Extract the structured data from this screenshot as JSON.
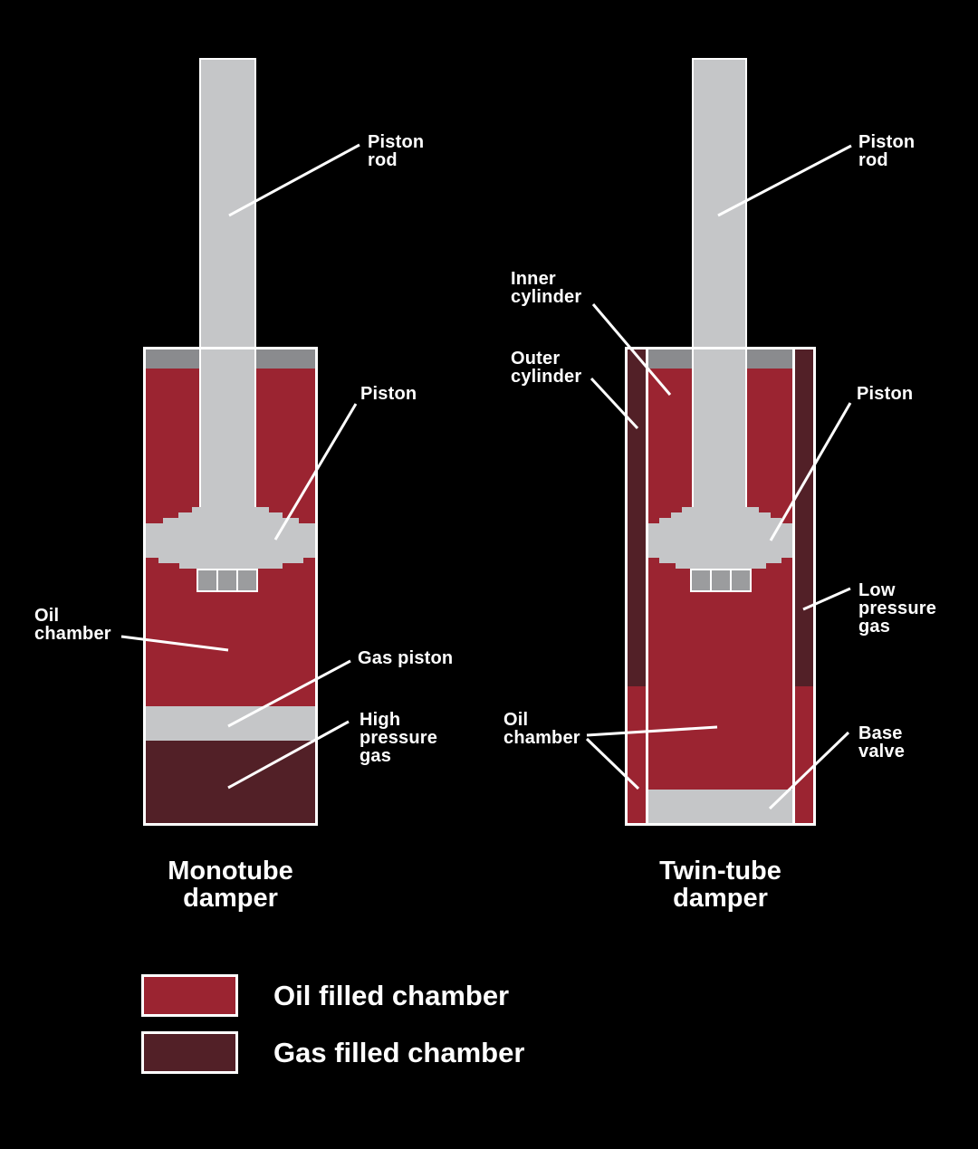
{
  "colors": {
    "background": "#000000",
    "oil": "#9b2431",
    "gas": "#522027",
    "rod_gray": "#c5c6c8",
    "cap_gray": "#8a8b8e",
    "valve_gray": "#9b9c9e",
    "line_and_text": "#ffffff"
  },
  "monotube": {
    "title": "Monotube\ndamper",
    "labels": {
      "piston_rod": "Piston\nrod",
      "piston": "Piston",
      "oil_chamber": "Oil\nchamber",
      "gas_piston": "Gas piston",
      "high_pressure_gas": "High\npressure\ngas"
    }
  },
  "twin_tube": {
    "title": "Twin-tube\ndamper",
    "labels": {
      "piston_rod": "Piston\nrod",
      "inner_cylinder": "Inner\ncylinder",
      "outer_cylinder": "Outer\ncylinder",
      "piston": "Piston",
      "low_pressure_gas": "Low\npressure\ngas",
      "oil_chamber": "Oil\nchamber",
      "base_valve": "Base\nvalve"
    }
  },
  "legend": {
    "items": [
      {
        "label": "Oil filled chamber",
        "swatch": "oil",
        "color": "#9b2431"
      },
      {
        "label": "Gas filled chamber",
        "swatch": "gas",
        "color": "#522027"
      }
    ]
  }
}
